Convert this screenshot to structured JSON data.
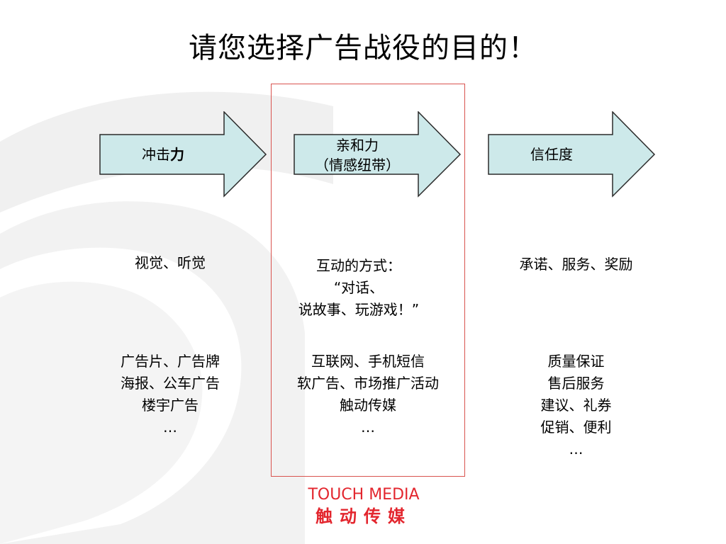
{
  "title": "请您选择广告战役的目的！",
  "colors": {
    "arrow_fill": "#cde9ea",
    "arrow_stroke": "#2b2b2b",
    "highlight_border": "#d9534f",
    "brand_red": "#e3262e",
    "background_art": "#eeeeee"
  },
  "columns": [
    {
      "arrow": {
        "line1": "冲击",
        "line1_bold": "力",
        "line2": ""
      },
      "description": [
        "视觉、听觉"
      ],
      "examples": [
        "广告片、广告牌",
        "海报、公车广告",
        "楼宇广告",
        "…"
      ]
    },
    {
      "arrow": {
        "line1": "亲和力",
        "line1_bold": "",
        "line2": "（情感纽带）"
      },
      "description": [
        "互动的方式：",
        "“对话、",
        "说故事、玩游戏！”"
      ],
      "examples": [
        "互联网、手机短信",
        "软广告、市场推广活动",
        "触动传媒",
        "…"
      ]
    },
    {
      "arrow": {
        "line1": "信任度",
        "line1_bold": "",
        "line2": ""
      },
      "description": [
        "承诺、服务、奖励"
      ],
      "examples": [
        "质量保证",
        "售后服务",
        "建议、礼券",
        "促销、便利",
        "…"
      ]
    }
  ],
  "brand": {
    "name_en": "TOUCH MEDIA",
    "name_zh": "触动传媒"
  }
}
